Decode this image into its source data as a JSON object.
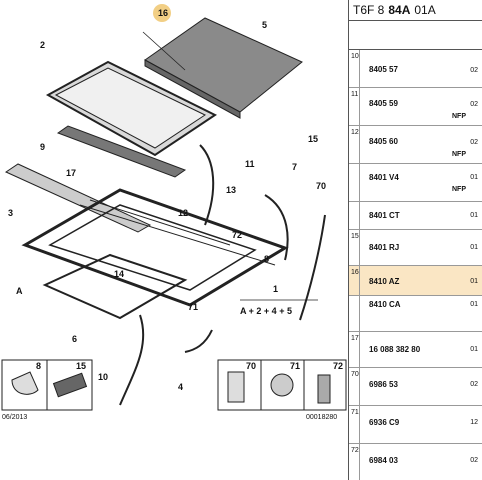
{
  "ref": {
    "prefix": "T6F 8",
    "code": "84A",
    "suffix": "01A"
  },
  "footer": {
    "date": "06/2013",
    "image_no": "00018280"
  },
  "formula": {
    "number": "1",
    "expression": "A + 2 + 4 + 5"
  },
  "callouts": [
    "16",
    "5",
    "2",
    "9",
    "15",
    "11",
    "17",
    "13",
    "7",
    "70",
    "3",
    "12",
    "72",
    "A",
    "8",
    "14",
    "71",
    "6",
    "10",
    "4"
  ],
  "detail_boxes": [
    "8",
    "15",
    "70",
    "71",
    "72"
  ],
  "parts": [
    {
      "index": "10",
      "part": "8405 57",
      "qty": "02",
      "nfp": ""
    },
    {
      "index": "11",
      "part": "8405 59",
      "qty": "02",
      "nfp": "NFP"
    },
    {
      "index": "12",
      "part": "8405 60",
      "qty": "02",
      "nfp": "NFP"
    },
    {
      "index": "",
      "part": "8401 V4",
      "qty": "01",
      "nfp": "NFP"
    },
    {
      "index": "",
      "part": "8401 CT",
      "qty": "01",
      "nfp": ""
    },
    {
      "index": "15",
      "part": "8401 RJ",
      "qty": "01",
      "nfp": ""
    },
    {
      "index": "16",
      "part": "8410 AZ",
      "qty": "01",
      "nfp": "",
      "part2": "8410 CA",
      "qty2": "01",
      "highlight": true
    },
    {
      "index": "17",
      "part": "16 088 382 80",
      "qty": "01",
      "nfp": ""
    },
    {
      "index": "70",
      "part": "6986 53",
      "qty": "02",
      "nfp": ""
    },
    {
      "index": "71",
      "part": "6936 C9",
      "qty": "12",
      "nfp": ""
    },
    {
      "index": "72",
      "part": "6984 03",
      "qty": "02",
      "nfp": ""
    }
  ],
  "colors": {
    "highlight": "#fae6c4",
    "callout_circle": "#f2cf85"
  }
}
